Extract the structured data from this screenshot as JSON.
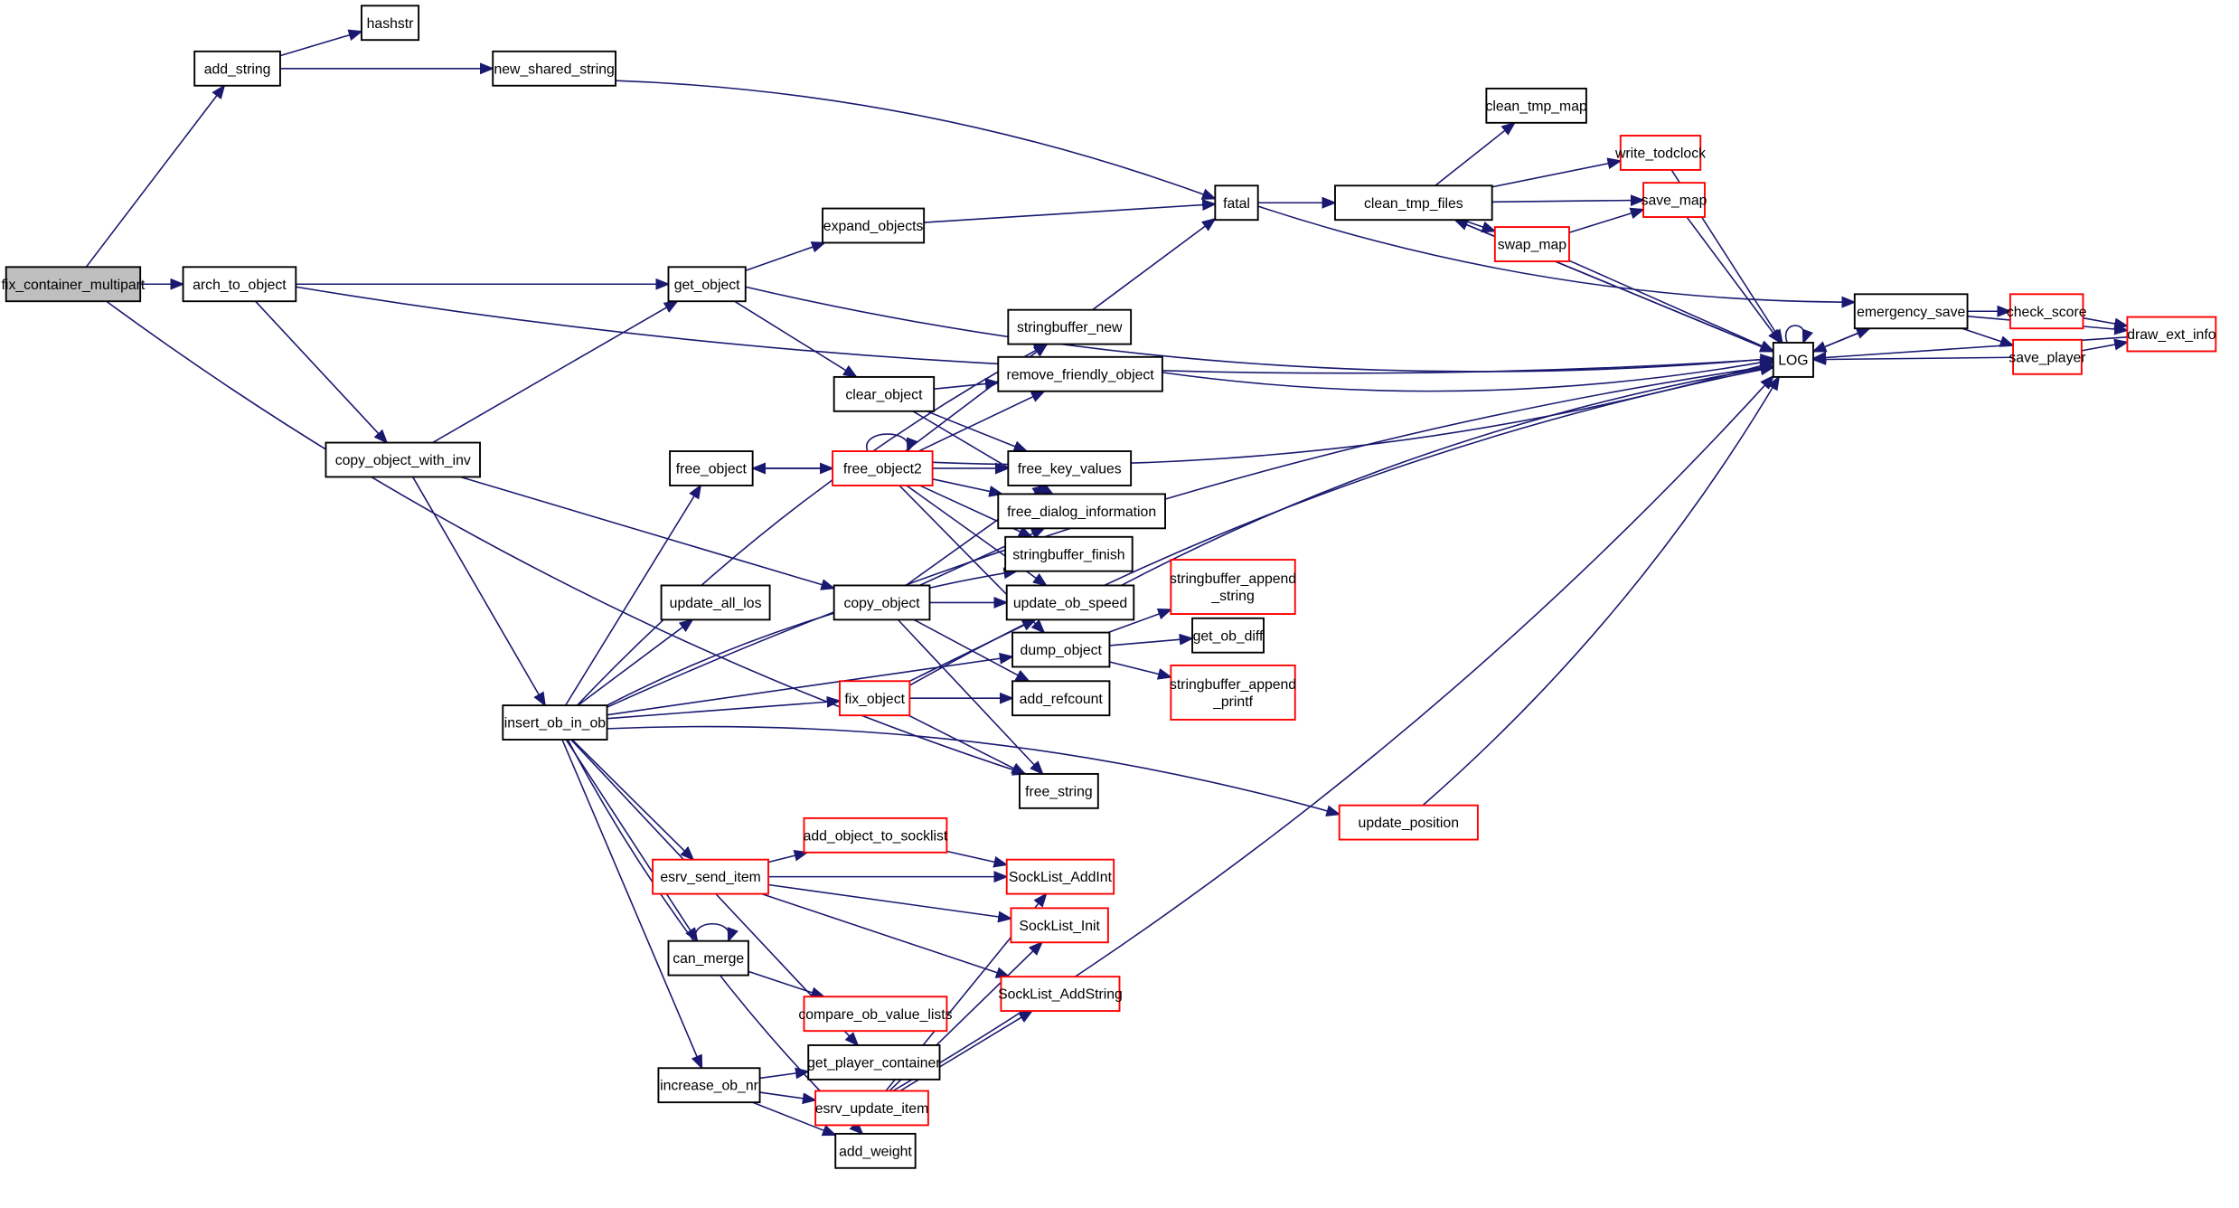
{
  "graph": {
    "type": "call-graph",
    "root": "fix_container_multipart",
    "colors": {
      "edge": "#191970",
      "root_fill": "#bfbfbf",
      "node_border": "#000000",
      "truncated_border": "#ff0000",
      "node_fill": "#ffffff"
    },
    "nodes": [
      {
        "id": "fix_container_multipart",
        "label": "fix_container_multipart",
        "style": "root"
      },
      {
        "id": "add_string",
        "label": "add_string",
        "style": "normal"
      },
      {
        "id": "hashstr",
        "label": "hashstr",
        "style": "normal"
      },
      {
        "id": "new_shared_string",
        "label": "new_shared_string",
        "style": "normal"
      },
      {
        "id": "arch_to_object",
        "label": "arch_to_object",
        "style": "normal"
      },
      {
        "id": "get_object",
        "label": "get_object",
        "style": "normal"
      },
      {
        "id": "expand_objects",
        "label": "expand_objects",
        "style": "normal"
      },
      {
        "id": "fatal",
        "label": "fatal",
        "style": "normal"
      },
      {
        "id": "clean_tmp_files",
        "label": "clean_tmp_files",
        "style": "normal"
      },
      {
        "id": "clean_tmp_map",
        "label": "clean_tmp_map",
        "style": "normal"
      },
      {
        "id": "write_todclock",
        "label": "write_todclock",
        "style": "truncated"
      },
      {
        "id": "save_map",
        "label": "save_map",
        "style": "truncated"
      },
      {
        "id": "swap_map",
        "label": "swap_map",
        "style": "truncated"
      },
      {
        "id": "LOG",
        "label": "LOG",
        "style": "normal"
      },
      {
        "id": "emergency_save",
        "label": "emergency_save",
        "style": "normal"
      },
      {
        "id": "check_score",
        "label": "check_score",
        "style": "truncated"
      },
      {
        "id": "save_player",
        "label": "save_player",
        "style": "truncated"
      },
      {
        "id": "draw_ext_info",
        "label": "draw_ext_info",
        "style": "truncated"
      },
      {
        "id": "copy_object_with_inv",
        "label": "copy_object_with_inv",
        "style": "normal"
      },
      {
        "id": "clear_object",
        "label": "clear_object",
        "style": "normal"
      },
      {
        "id": "stringbuffer_new",
        "label": "stringbuffer_new",
        "style": "normal"
      },
      {
        "id": "remove_friendly_object",
        "label": "remove_friendly_object",
        "style": "normal"
      },
      {
        "id": "free_object",
        "label": "free_object",
        "style": "normal"
      },
      {
        "id": "free_object2",
        "label": "free_object2",
        "style": "truncated"
      },
      {
        "id": "free_key_values",
        "label": "free_key_values",
        "style": "normal"
      },
      {
        "id": "free_dialog_information",
        "label": "free_dialog_information",
        "style": "normal"
      },
      {
        "id": "stringbuffer_finish",
        "label": "stringbuffer_finish",
        "style": "normal"
      },
      {
        "id": "update_all_los",
        "label": "update_all_los",
        "style": "normal"
      },
      {
        "id": "copy_object",
        "label": "copy_object",
        "style": "normal"
      },
      {
        "id": "update_ob_speed",
        "label": "update_ob_speed",
        "style": "normal"
      },
      {
        "id": "stringbuffer_append_string",
        "label": "stringbuffer_append\n_string",
        "style": "truncated"
      },
      {
        "id": "dump_object",
        "label": "dump_object",
        "style": "normal"
      },
      {
        "id": "get_ob_diff",
        "label": "get_ob_diff",
        "style": "normal"
      },
      {
        "id": "stringbuffer_append_printf",
        "label": "stringbuffer_append\n_printf",
        "style": "truncated"
      },
      {
        "id": "insert_ob_in_ob",
        "label": "insert_ob_in_ob",
        "style": "normal"
      },
      {
        "id": "fix_object",
        "label": "fix_object",
        "style": "truncated"
      },
      {
        "id": "add_refcount",
        "label": "add_refcount",
        "style": "normal"
      },
      {
        "id": "free_string",
        "label": "free_string",
        "style": "normal"
      },
      {
        "id": "update_position",
        "label": "update_position",
        "style": "truncated"
      },
      {
        "id": "add_object_to_socklist",
        "label": "add_object_to_socklist",
        "style": "truncated"
      },
      {
        "id": "esrv_send_item",
        "label": "esrv_send_item",
        "style": "truncated"
      },
      {
        "id": "SockList_AddInt",
        "label": "SockList_AddInt",
        "style": "truncated"
      },
      {
        "id": "SockList_Init",
        "label": "SockList_Init",
        "style": "truncated"
      },
      {
        "id": "can_merge",
        "label": "can_merge",
        "style": "normal"
      },
      {
        "id": "SockList_AddString",
        "label": "SockList_AddString",
        "style": "truncated"
      },
      {
        "id": "compare_ob_value_lists",
        "label": "compare_ob_value_lists",
        "style": "truncated"
      },
      {
        "id": "get_player_container",
        "label": "get_player_container",
        "style": "normal"
      },
      {
        "id": "increase_ob_nr",
        "label": "increase_ob_nr",
        "style": "normal"
      },
      {
        "id": "esrv_update_item",
        "label": "esrv_update_item",
        "style": "truncated"
      },
      {
        "id": "add_weight",
        "label": "add_weight",
        "style": "normal"
      }
    ],
    "edges": [
      [
        "fix_container_multipart",
        "add_string"
      ],
      [
        "fix_container_multipart",
        "arch_to_object"
      ],
      [
        "fix_container_multipart",
        "free_string"
      ],
      [
        "add_string",
        "hashstr"
      ],
      [
        "add_string",
        "new_shared_string"
      ],
      [
        "new_shared_string",
        "fatal"
      ],
      [
        "arch_to_object",
        "LOG"
      ],
      [
        "arch_to_object",
        "get_object"
      ],
      [
        "arch_to_object",
        "copy_object_with_inv"
      ],
      [
        "get_object",
        "expand_objects"
      ],
      [
        "get_object",
        "LOG"
      ],
      [
        "get_object",
        "clear_object"
      ],
      [
        "expand_objects",
        "fatal"
      ],
      [
        "fatal",
        "clean_tmp_files"
      ],
      [
        "fatal",
        "emergency_save"
      ],
      [
        "clean_tmp_files",
        "clean_tmp_map"
      ],
      [
        "clean_tmp_files",
        "write_todclock"
      ],
      [
        "clean_tmp_files",
        "save_map"
      ],
      [
        "clean_tmp_files",
        "swap_map"
      ],
      [
        "clean_tmp_files",
        "LOG"
      ],
      [
        "swap_map",
        "save_map"
      ],
      [
        "swap_map",
        "LOG"
      ],
      [
        "write_todclock",
        "LOG"
      ],
      [
        "save_map",
        "LOG"
      ],
      [
        "LOG",
        "LOG"
      ],
      [
        "LOG",
        "clean_tmp_files"
      ],
      [
        "LOG",
        "emergency_save"
      ],
      [
        "emergency_save",
        "LOG"
      ],
      [
        "emergency_save",
        "check_score"
      ],
      [
        "emergency_save",
        "save_player"
      ],
      [
        "emergency_save",
        "draw_ext_info"
      ],
      [
        "check_score",
        "draw_ext_info"
      ],
      [
        "save_player",
        "draw_ext_info"
      ],
      [
        "save_player",
        "LOG"
      ],
      [
        "draw_ext_info",
        "LOG"
      ],
      [
        "copy_object_with_inv",
        "get_object"
      ],
      [
        "copy_object_with_inv",
        "copy_object"
      ],
      [
        "copy_object_with_inv",
        "insert_ob_in_ob"
      ],
      [
        "clear_object",
        "remove_friendly_object"
      ],
      [
        "clear_object",
        "free_key_values"
      ],
      [
        "clear_object",
        "free_dialog_information"
      ],
      [
        "stringbuffer_new",
        "fatal"
      ],
      [
        "remove_friendly_object",
        "LOG"
      ],
      [
        "free_object",
        "free_object2"
      ],
      [
        "free_object2",
        "free_object"
      ],
      [
        "free_object2",
        "free_object2"
      ],
      [
        "free_object2",
        "stringbuffer_new"
      ],
      [
        "free_object2",
        "remove_friendly_object"
      ],
      [
        "free_object2",
        "LOG"
      ],
      [
        "free_object2",
        "free_key_values"
      ],
      [
        "free_object2",
        "free_dialog_information"
      ],
      [
        "free_object2",
        "stringbuffer_finish"
      ],
      [
        "free_object2",
        "update_ob_speed"
      ],
      [
        "free_object2",
        "dump_object"
      ],
      [
        "copy_object",
        "free_key_values"
      ],
      [
        "copy_object",
        "free_dialog_information"
      ],
      [
        "copy_object",
        "update_ob_speed"
      ],
      [
        "copy_object",
        "add_refcount"
      ],
      [
        "copy_object",
        "free_string"
      ],
      [
        "update_ob_speed",
        "LOG"
      ],
      [
        "dump_object",
        "stringbuffer_append_string"
      ],
      [
        "dump_object",
        "get_ob_diff"
      ],
      [
        "dump_object",
        "stringbuffer_append_printf"
      ],
      [
        "insert_ob_in_ob",
        "stringbuffer_new"
      ],
      [
        "insert_ob_in_ob",
        "free_object"
      ],
      [
        "insert_ob_in_ob",
        "stringbuffer_finish"
      ],
      [
        "insert_ob_in_ob",
        "update_all_los"
      ],
      [
        "insert_ob_in_ob",
        "dump_object"
      ],
      [
        "insert_ob_in_ob",
        "fix_object"
      ],
      [
        "insert_ob_in_ob",
        "update_position"
      ],
      [
        "insert_ob_in_ob",
        "esrv_send_item"
      ],
      [
        "insert_ob_in_ob",
        "can_merge"
      ],
      [
        "insert_ob_in_ob",
        "get_player_container"
      ],
      [
        "insert_ob_in_ob",
        "increase_ob_nr"
      ],
      [
        "insert_ob_in_ob",
        "add_weight"
      ],
      [
        "insert_ob_in_ob",
        "LOG"
      ],
      [
        "fix_object",
        "update_ob_speed"
      ],
      [
        "fix_object",
        "add_refcount"
      ],
      [
        "fix_object",
        "free_string"
      ],
      [
        "fix_object",
        "LOG"
      ],
      [
        "update_position",
        "LOG"
      ],
      [
        "esrv_send_item",
        "add_object_to_socklist"
      ],
      [
        "esrv_send_item",
        "SockList_AddInt"
      ],
      [
        "esrv_send_item",
        "SockList_Init"
      ],
      [
        "esrv_send_item",
        "SockList_AddString"
      ],
      [
        "add_object_to_socklist",
        "SockList_AddInt"
      ],
      [
        "can_merge",
        "can_merge"
      ],
      [
        "can_merge",
        "compare_ob_value_lists"
      ],
      [
        "increase_ob_nr",
        "get_player_container"
      ],
      [
        "increase_ob_nr",
        "esrv_update_item"
      ],
      [
        "increase_ob_nr",
        "add_weight"
      ],
      [
        "esrv_update_item",
        "SockList_AddInt"
      ],
      [
        "esrv_update_item",
        "SockList_Init"
      ],
      [
        "esrv_update_item",
        "SockList_AddString"
      ],
      [
        "esrv_update_item",
        "LOG"
      ]
    ]
  }
}
